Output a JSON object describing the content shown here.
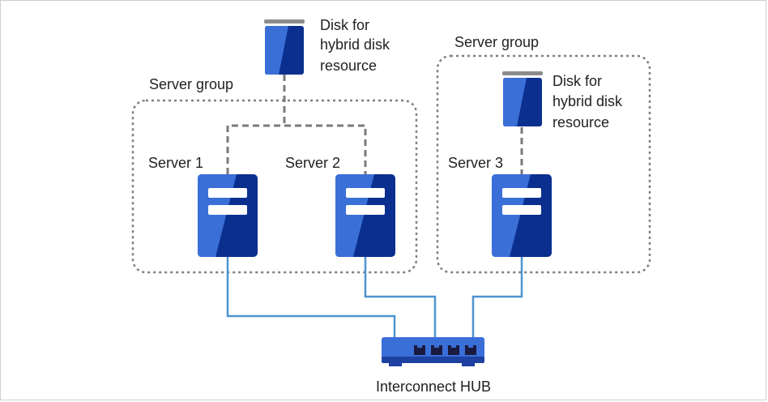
{
  "colors": {
    "dark_blue": "#0a2f8f",
    "light_blue": "#3a6fd8",
    "interconnect_line": "#4d94d0",
    "dashed_line": "#7a7a7a",
    "group_border": "#7f7f7f",
    "disk_cap": "#8c8c8c"
  },
  "groups": [
    {
      "label": "Server group"
    },
    {
      "label": "Server group"
    }
  ],
  "servers": [
    {
      "label": "Server 1"
    },
    {
      "label": "Server 2"
    },
    {
      "label": "Server 3"
    }
  ],
  "disks": [
    {
      "label_lines": [
        "Disk for",
        "hybrid disk",
        "resource"
      ]
    },
    {
      "label_lines": [
        "Disk for",
        "hybrid disk",
        "resource"
      ]
    }
  ],
  "hub": {
    "label": "Interconnect HUB"
  },
  "icons": [
    "server-icon",
    "disk-icon",
    "hub-icon"
  ]
}
